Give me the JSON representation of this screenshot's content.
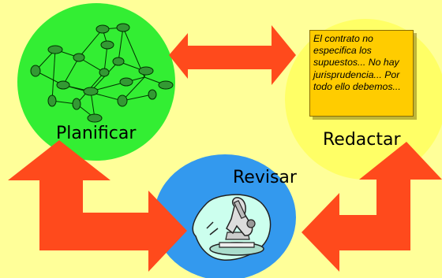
{
  "colors": {
    "background": "#ffff99",
    "planificar_circle": "#33ee33",
    "redactar_circle": "#ffff66",
    "revisar_circle": "#3399ee",
    "arrows": "#ff4a1c",
    "note_fill": "#ffcc00",
    "network_nodes": "#339933"
  },
  "nodes": {
    "planificar": {
      "label": "Planificar",
      "icon": "network-graph-icon"
    },
    "redactar": {
      "label": "Redactar",
      "icon": "text-note"
    },
    "revisar": {
      "label": "Revisar",
      "icon": "microscope-icon"
    }
  },
  "note": {
    "text": "El contrato no especifica los supuestos... No hay jurisprudencia... Por todo ello debemos..."
  },
  "arrows": [
    {
      "name": "planificar-redactar-arrow",
      "type": "double-headed"
    },
    {
      "name": "planificar-revisar-arrow",
      "type": "double-headed-bent"
    },
    {
      "name": "revisar-redactar-arrow",
      "type": "double-headed-bent"
    }
  ]
}
